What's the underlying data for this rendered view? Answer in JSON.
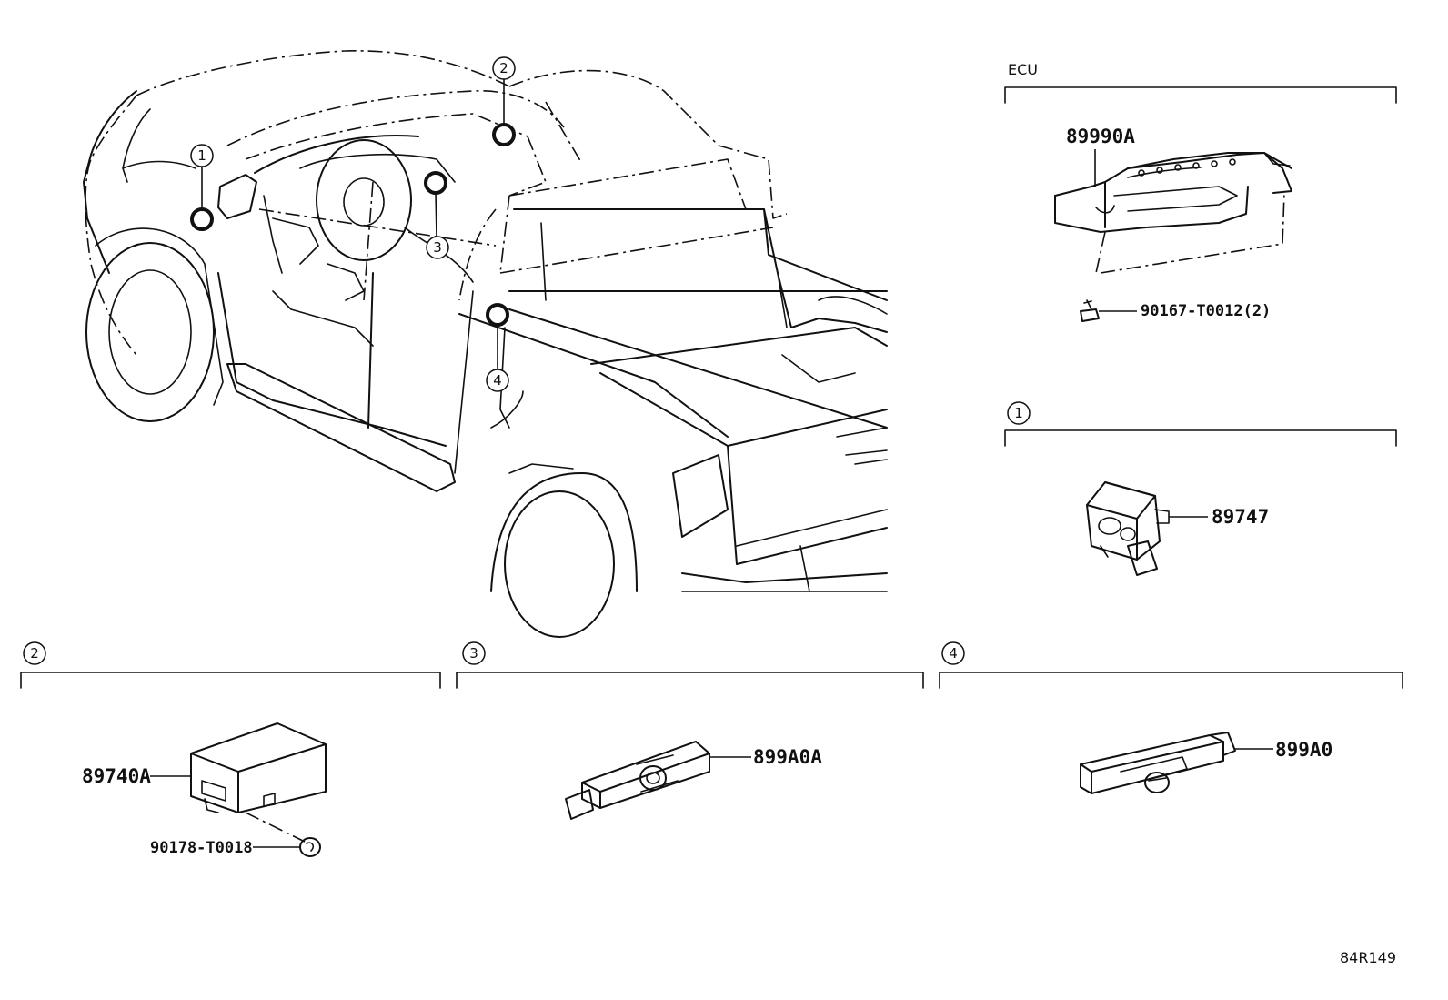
{
  "ecu_section": {
    "label": "ECU",
    "part_ecu": "89990A",
    "part_screw": "90167-T0012(2)"
  },
  "section_1": {
    "number": "1",
    "part": "89747"
  },
  "section_2": {
    "number": "2",
    "part_unit": "89740A",
    "part_clip": "90178-T0018"
  },
  "section_3": {
    "number": "3",
    "part": "899A0A"
  },
  "section_4": {
    "number": "4",
    "part": "899A0"
  },
  "truck_callouts": [
    "1",
    "2",
    "3",
    "4"
  ],
  "diagram_code": "84R149"
}
